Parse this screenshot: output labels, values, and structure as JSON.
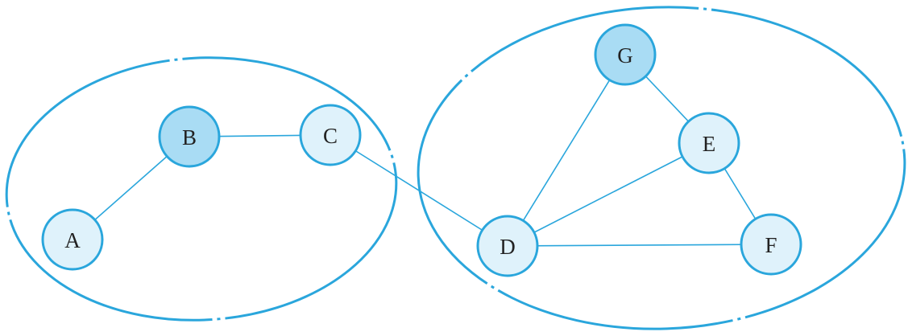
{
  "colors": {
    "stroke": "#2aa6dc",
    "highlight_fill": "#a9dcf4",
    "normal_fill": "#dff2fb",
    "label": "#222222"
  },
  "nodes": [
    {
      "id": "A",
      "label": "A",
      "highlighted": false
    },
    {
      "id": "B",
      "label": "B",
      "highlighted": true
    },
    {
      "id": "C",
      "label": "C",
      "highlighted": false
    },
    {
      "id": "D",
      "label": "D",
      "highlighted": false
    },
    {
      "id": "E",
      "label": "E",
      "highlighted": false
    },
    {
      "id": "F",
      "label": "F",
      "highlighted": false
    },
    {
      "id": "G",
      "label": "G",
      "highlighted": true
    }
  ],
  "edges": [
    [
      "A",
      "B"
    ],
    [
      "B",
      "C"
    ],
    [
      "C",
      "D"
    ],
    [
      "D",
      "G"
    ],
    [
      "G",
      "E"
    ],
    [
      "D",
      "E"
    ],
    [
      "E",
      "F"
    ],
    [
      "D",
      "F"
    ]
  ],
  "clusters": [
    {
      "id": "left",
      "members": [
        "A",
        "B",
        "C"
      ]
    },
    {
      "id": "right",
      "members": [
        "D",
        "E",
        "F",
        "G"
      ]
    }
  ]
}
